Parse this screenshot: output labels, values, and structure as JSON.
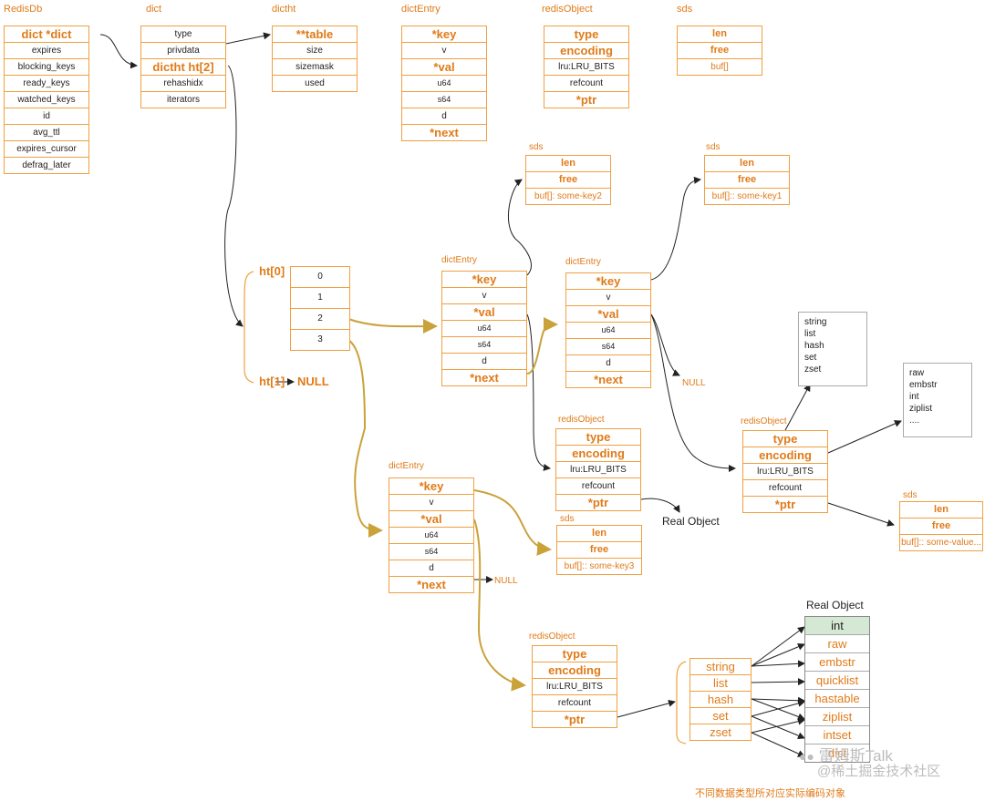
{
  "redisdb": {
    "title": "RedisDb",
    "rows": [
      "dict  *dict",
      "expires",
      "blocking_keys",
      "ready_keys",
      "watched_keys",
      "id",
      "avg_ttl",
      "expires_cursor",
      "defrag_later"
    ]
  },
  "dict": {
    "title": "dict",
    "rows": [
      "type",
      "privdata",
      "dictht ht[2]",
      "rehashidx",
      "iterators"
    ]
  },
  "dictht": {
    "title": "dictht",
    "rows": [
      "**table",
      "size",
      "sizemask",
      "used"
    ]
  },
  "dictentry_top": {
    "title": "dictEntry",
    "rows": [
      "*key",
      "v",
      "*val",
      "u64",
      "s64",
      "d",
      "*next"
    ]
  },
  "redisobject_top": {
    "title": "redisObject",
    "rows": [
      "type",
      "encoding",
      "lru:LRU_BITS",
      "refcount",
      "*ptr"
    ]
  },
  "sds_top": {
    "title": "sds",
    "rows": [
      "len",
      "free",
      "buf[]"
    ]
  },
  "sds_key2": {
    "title": "sds",
    "rows": [
      "len",
      "free",
      "buf[]: some-key2"
    ]
  },
  "sds_key1": {
    "title": "sds",
    "rows": [
      "len",
      "free",
      "buf[]:: some-key1"
    ]
  },
  "ht0": {
    "label": "ht[0]",
    "rows": [
      "0",
      "1",
      "2",
      "3"
    ]
  },
  "ht1": {
    "label": "ht[1]",
    "null": "NULL"
  },
  "dictentry_a": {
    "title": "dictEntry",
    "rows": [
      "*key",
      "v",
      "*val",
      "u64",
      "s64",
      "d",
      "*next"
    ]
  },
  "dictentry_b": {
    "title": "dictEntry",
    "rows": [
      "*key",
      "v",
      "*val",
      "u64",
      "s64",
      "d",
      "*next"
    ],
    "null": "NULL"
  },
  "dictentry_c": {
    "title": "dictEntry",
    "rows": [
      "*key",
      "v",
      "*val",
      "u64",
      "s64",
      "d",
      "*next"
    ],
    "null": "NULL"
  },
  "redisobject_a": {
    "title": "redisObject",
    "rows": [
      "type",
      "encoding",
      "lru:LRU_BITS",
      "refcount",
      "*ptr"
    ],
    "target": "Real Object"
  },
  "redisobject_b": {
    "title": "redisObject",
    "rows": [
      "type",
      "encoding",
      "lru:LRU_BITS",
      "refcount",
      "*ptr"
    ]
  },
  "redisobject_c": {
    "title": "redisObject",
    "rows": [
      "type",
      "encoding",
      "lru:LRU_BITS",
      "refcount",
      "*ptr"
    ]
  },
  "sds_key3": {
    "title": "sds",
    "rows": [
      "len",
      "free",
      "buf[]:: some-key3"
    ]
  },
  "sds_value": {
    "title": "sds",
    "rows": [
      "len",
      "free",
      "buf[]:: some-value..."
    ]
  },
  "types_doc": {
    "lines": [
      "string",
      "list",
      "hash",
      "set",
      "zset"
    ]
  },
  "encodings_doc": {
    "lines": [
      "raw",
      "embstr",
      "int",
      "ziplist",
      "...."
    ]
  },
  "type_list": {
    "rows": [
      "string",
      "list",
      "hash",
      "set",
      "zset"
    ]
  },
  "real_object": {
    "title": "Real Object",
    "rows": [
      "int",
      "raw",
      "embstr",
      "quicklist",
      "hastable",
      "ziplist",
      "intset",
      "dict"
    ]
  },
  "watermark": {
    "line1": "雷姆斯Talk",
    "line2": "@稀土掘金技术社区"
  },
  "caption": "不同数据类型所对应实际编码对象"
}
